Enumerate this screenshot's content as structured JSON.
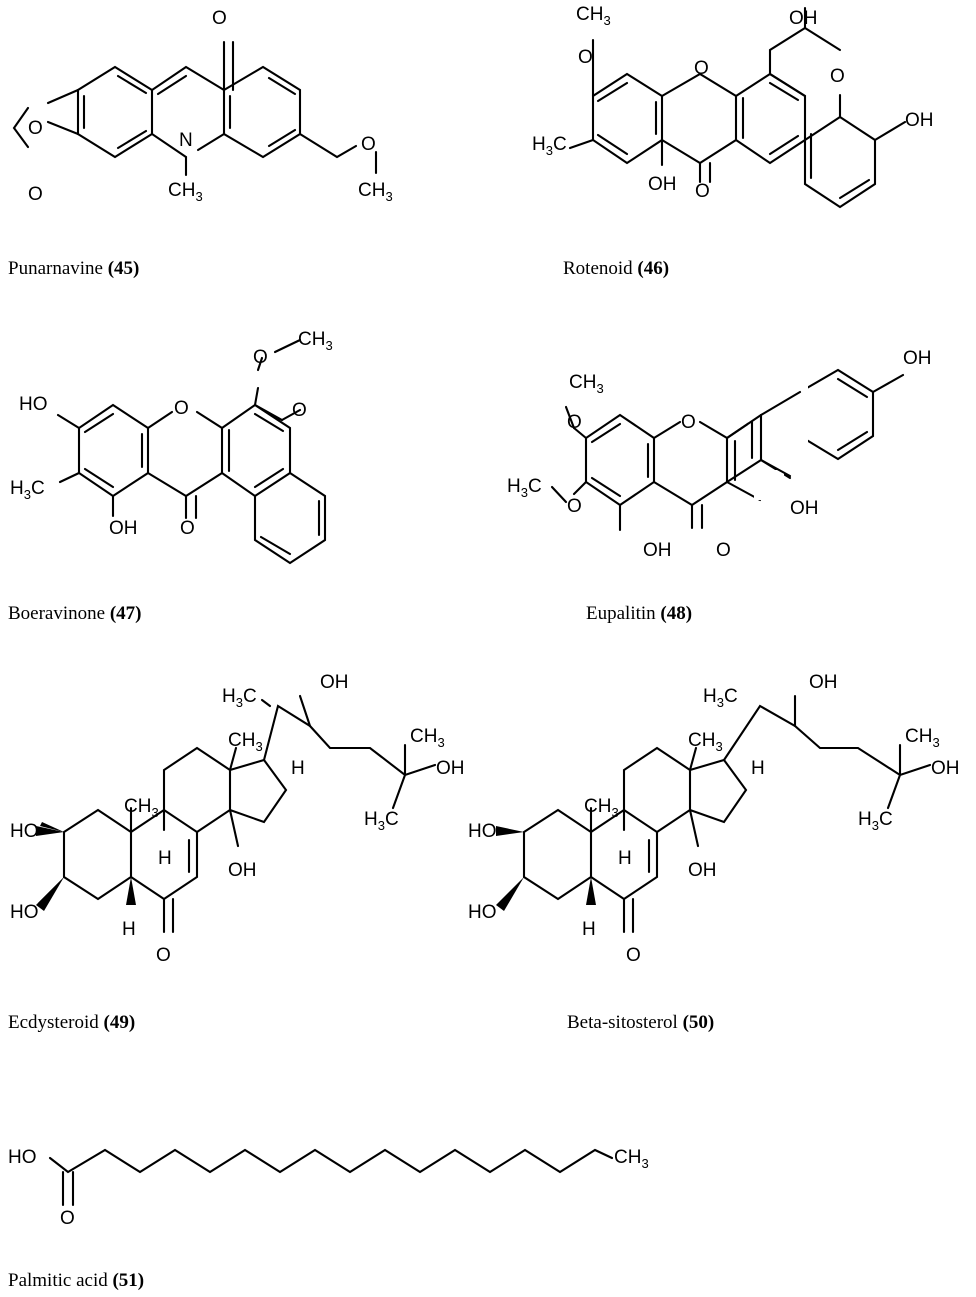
{
  "atoms": {
    "o": "O",
    "n": "N",
    "h": "H",
    "oh": "OH",
    "ho": "HO",
    "ch": "CH",
    "c": "C",
    "three": "3"
  },
  "compounds": [
    {
      "name": "Punarnavine",
      "number": "(45)"
    },
    {
      "name": "Rotenoid",
      "number": "(46)"
    },
    {
      "name": "Boeravinone",
      "number": "(47)"
    },
    {
      "name": "Eupalitin",
      "number": "(48)"
    },
    {
      "name": "Ecdysteroid",
      "number": "(49)"
    },
    {
      "name": "Beta-sitosterol",
      "number": "(50)"
    },
    {
      "name": "Palmitic acid",
      "number": "(51)"
    }
  ]
}
